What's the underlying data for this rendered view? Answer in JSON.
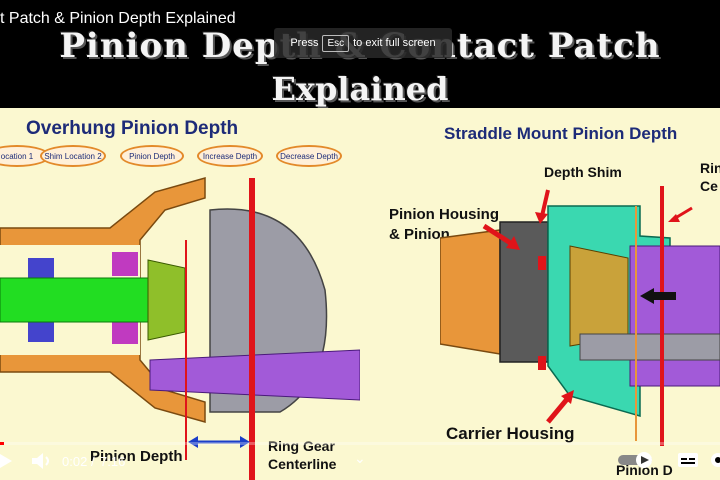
{
  "window": {
    "video_title": "t Patch & Pinion Depth Explained",
    "banner_line1": "Pinion Depth & Contact Patch",
    "banner_line2": "Explained"
  },
  "fullscreen_notice": {
    "before": "Press",
    "key": "Esc",
    "after": "to exit full screen"
  },
  "left_panel": {
    "title": "Overhung Pinion Depth",
    "buttons": [
      "ocation 1",
      "Shim Location 2",
      "Pinion Depth",
      "Increase Depth",
      "Decrease Depth"
    ],
    "label_pinion_depth": "Pinion Depth",
    "label_ring_gear_1": "Ring Gear",
    "label_ring_gear_2": "Centerline"
  },
  "right_panel": {
    "title": "Straddle Mount Pinion Depth",
    "label_depth_shim": "Depth Shim",
    "label_pinion_housing_1": "Pinion Housing",
    "label_pinion_housing_2": "& Pinion",
    "label_carrier_housing": "Carrier Housing",
    "label_ring_1": "Rin",
    "label_ring_2": "Ce",
    "label_pinion_depth": "Pinion D"
  },
  "player": {
    "time_current": "0:02",
    "time_separator": "/",
    "time_total": "7:16",
    "progress": 0.005
  },
  "colors": {
    "slide_bg": "#fbf8d0",
    "title_blue": "#1d2b78",
    "arrow_red": "#e0141a",
    "housing_orange": "#e8963a",
    "ring_purple": "#a25ad8",
    "progress_red": "#ff0000"
  }
}
